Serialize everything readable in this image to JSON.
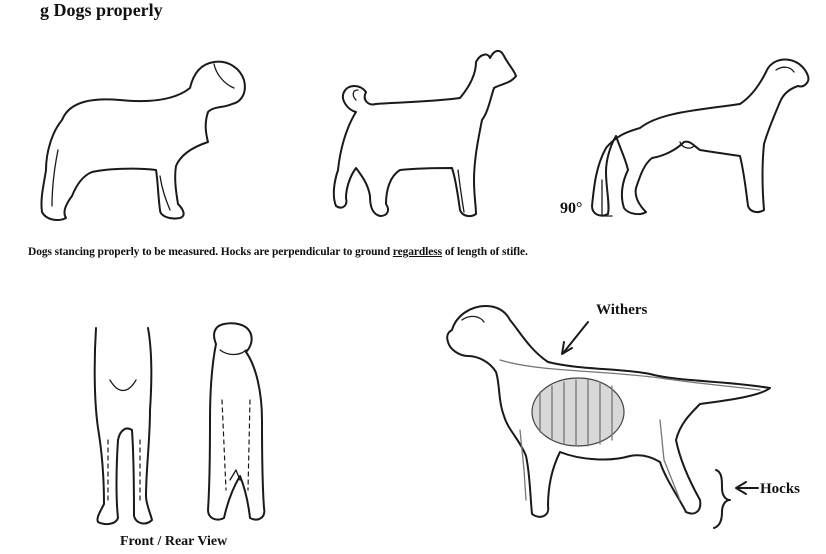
{
  "heading": "g Dogs properly",
  "caption": {
    "part1": "Dogs stancing properly to be measured. Hocks are perpendicular to ground ",
    "underlined": "regardless",
    "part2": " of length of stifle."
  },
  "labels": {
    "angle": "90°",
    "withers": "Withers",
    "hocks": "Hocks",
    "front_rear": "Front / Rear View"
  }
}
